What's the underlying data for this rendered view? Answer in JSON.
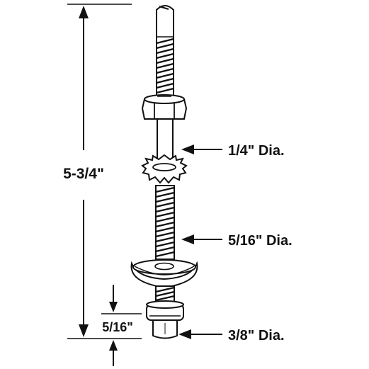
{
  "diagram": {
    "labels": {
      "overall_length": "5-3/4\"",
      "upper_dia": "1/4\" Dia.",
      "thread_dia": "5/16\" Dia.",
      "head_height": "5/16\"",
      "tip_dia": "3/8\" Dia."
    },
    "icons": {
      "arrow": "arrow-icon",
      "hex_nut": "hex-nut-icon",
      "lock_washer": "star-lock-washer-icon",
      "cup_washer": "cup-washer-icon"
    }
  }
}
